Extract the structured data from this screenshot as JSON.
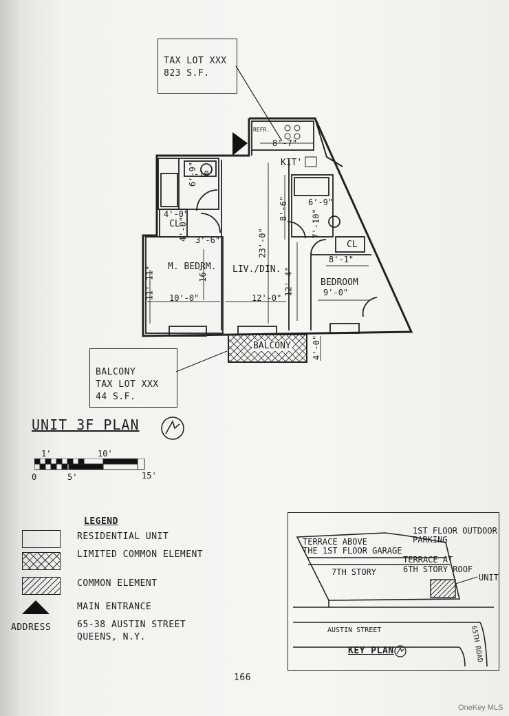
{
  "tax_lot_box": {
    "line1": "TAX LOT XXX",
    "line2": "823 S.F."
  },
  "rooms": {
    "refr": "REFR.",
    "kitchen": "KIT'",
    "master_bedroom": "M. BEDRM.",
    "living_dining": "LIV./DIN.",
    "bedroom": "BEDROOM",
    "closet_left": "CL",
    "closet_right": "CL",
    "balcony": "BALCONY"
  },
  "dimensions": {
    "kitchen_w": "8'-7\"",
    "bath1_w": "6'-9\"",
    "bath1_d": "-10'",
    "closet_w": "4'-0\"",
    "closet_d": "4'-0\"",
    "hall_w": "3'-6\"",
    "mbr_w": "10'-0\"",
    "mbr_d": "11'-11\"",
    "mbr_d2": "16'",
    "liv_len": "23'-0\"",
    "liv_w": "12'-0\"",
    "kit_d": "8'-6\"",
    "bath2_w": "6'-9\"",
    "bath2_d": "7'-10\"",
    "bedroom_closet": "8'-1\"",
    "bedroom_w": "9'-0\"",
    "bedroom_d": "12'-4\"",
    "balcony_d": "4'-0\""
  },
  "balcony_box": {
    "line1": "BALCONY",
    "line2": "TAX LOT XXX",
    "line3": "44 S.F."
  },
  "plan_title": "UNIT 3F PLAN",
  "scale": {
    "top1": "1'",
    "top2": "10'",
    "b0": "0",
    "b5": "5'",
    "b15": "15'"
  },
  "legend": {
    "title": "LEGEND",
    "items": [
      "RESIDENTIAL UNIT",
      "LIMITED COMMON ELEMENT",
      "COMMON ELEMENT",
      "MAIN ENTRANCE"
    ],
    "address_label": "ADDRESS",
    "address_line1": "65-38 AUSTIN STREET",
    "address_line2": "QUEENS, N.Y."
  },
  "key_plan": {
    "terrace_above_1": "TERRACE ABOVE",
    "terrace_above_2": "THE 1ST FLOOR GARAGE",
    "outdoor_1": "1ST FLOOR OUTDOOR",
    "outdoor_2": "PARKING",
    "terrace_at_1": "TERRACE AT",
    "terrace_at_2": "6TH STORY ROOF",
    "seventh": "7TH STORY",
    "unit": "UNIT",
    "street": "AUSTIN   STREET",
    "road": "65TH ROAD",
    "title": "KEY PLAN"
  },
  "page_number": "166",
  "watermark": "OneKey MLS"
}
